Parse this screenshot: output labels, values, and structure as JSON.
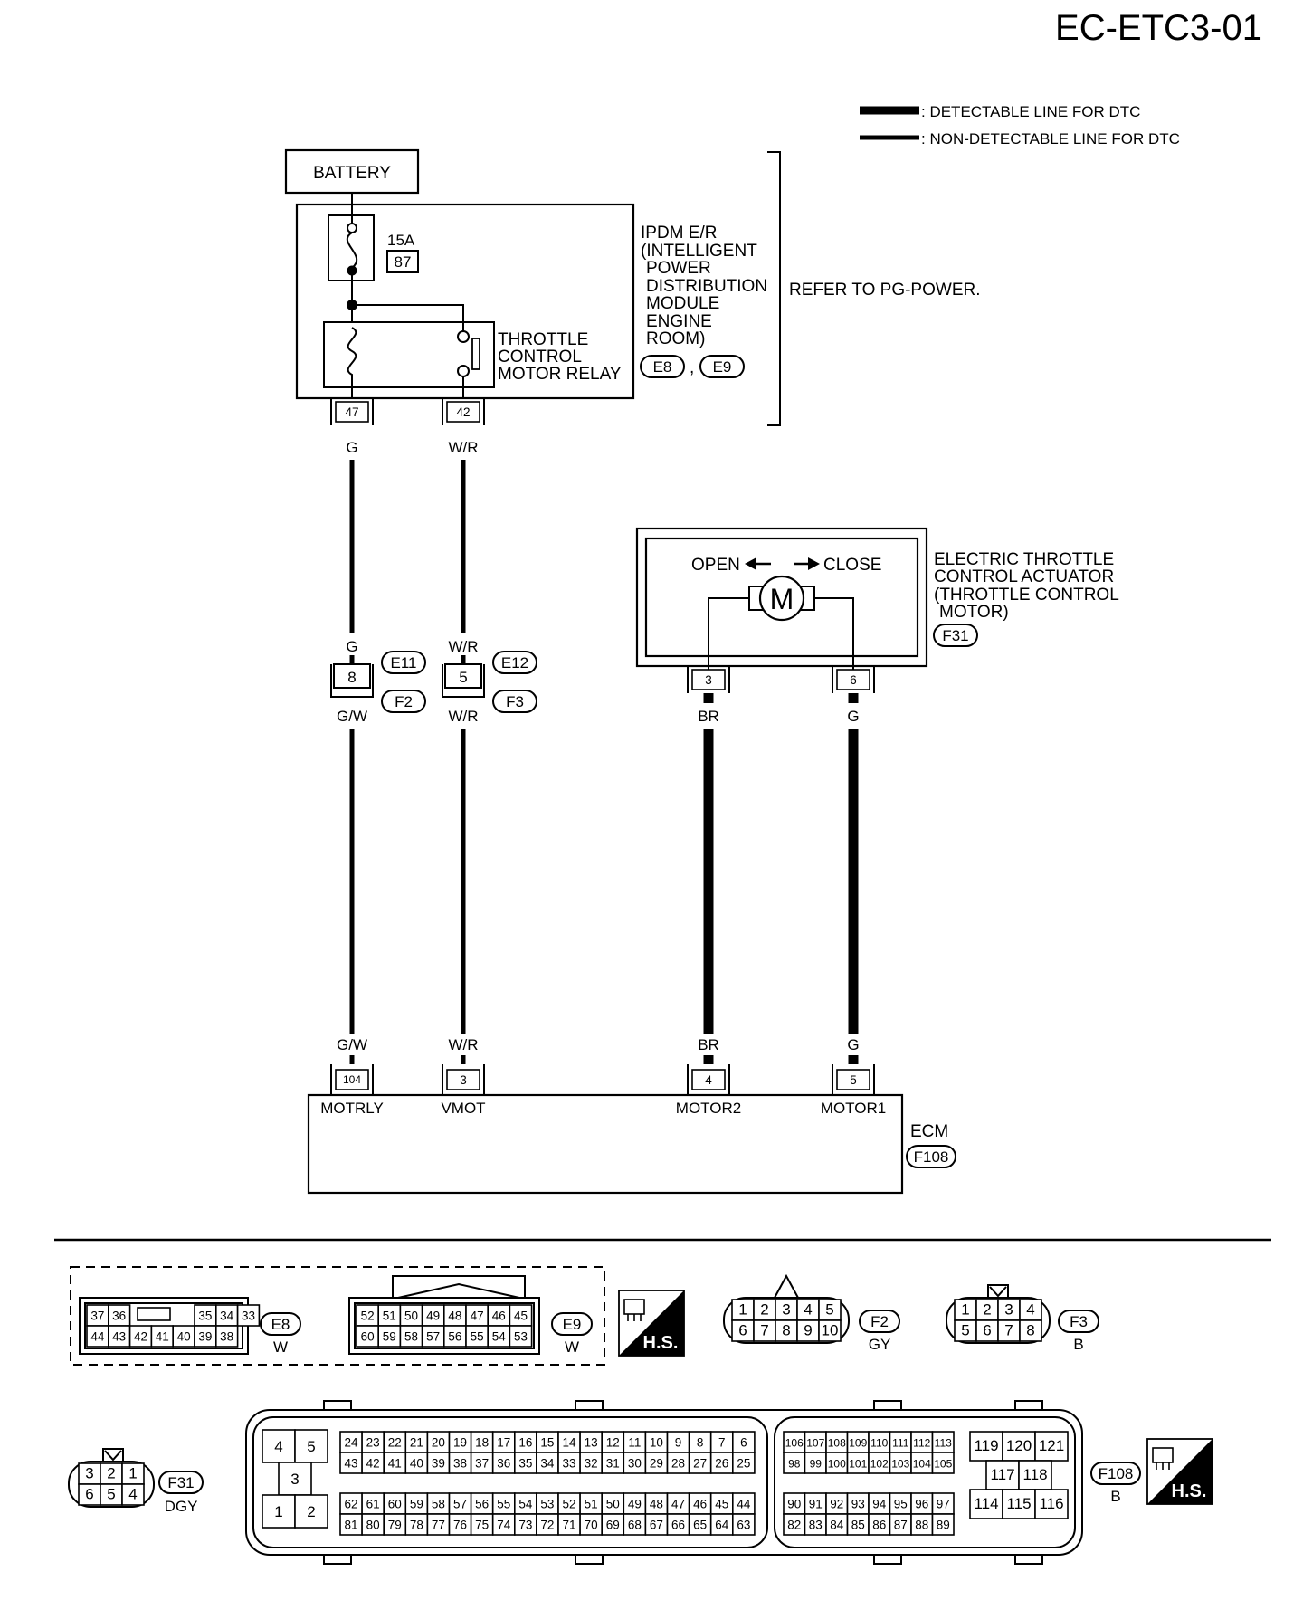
{
  "page_id": "EC-ETC3-01",
  "legend": {
    "detectable": ": DETECTABLE LINE FOR DTC",
    "non_detectable": ": NON-DETECTABLE LINE FOR DTC"
  },
  "battery": "BATTERY",
  "ipdm": {
    "fuse_rating": "15A",
    "fuse_no": "87",
    "name_lines": [
      "IPDM E/R",
      "(INTELLIGENT",
      "POWER",
      "DISTRIBUTION",
      "MODULE",
      "ENGINE",
      "ROOM)"
    ],
    "connectors": [
      "E8",
      "E9"
    ],
    "relay_lines": [
      "THROTTLE",
      "CONTROL",
      "MOTOR RELAY"
    ],
    "refer": "REFER TO PG-POWER.",
    "pins": [
      "47",
      "42"
    ]
  },
  "actuator": {
    "open": "OPEN",
    "close": "CLOSE",
    "motor": "M",
    "name_lines": [
      "ELECTRIC THROTTLE",
      "CONTROL ACTUATOR",
      "(THROTTLE CONTROL",
      "MOTOR)"
    ],
    "connector": "F31",
    "pins": [
      "3",
      "6"
    ]
  },
  "joints": [
    {
      "pin": "8",
      "upper": "E11",
      "lower": "F2",
      "color_top": "G",
      "color_bottom": "G/W"
    },
    {
      "pin": "5",
      "upper": "E12",
      "lower": "F3",
      "color_top": "W/R",
      "color_bottom": "W/R"
    }
  ],
  "wire_colors": {
    "relay_out": [
      "G",
      "W/R"
    ],
    "actuator_out": [
      "BR",
      "G"
    ]
  },
  "ecm": {
    "name": "ECM",
    "connector": "F108",
    "terminals": [
      {
        "pin": "104",
        "color": "G/W",
        "signal": "MOTRLY"
      },
      {
        "pin": "3",
        "color": "W/R",
        "signal": "VMOT"
      },
      {
        "pin": "4",
        "color": "BR",
        "signal": "MOTOR2"
      },
      {
        "pin": "5",
        "color": "G",
        "signal": "MOTOR1"
      }
    ]
  },
  "connector_views": {
    "e8": {
      "id": "E8",
      "color": "W",
      "top": [
        "37",
        "36",
        "35",
        "34",
        "33"
      ],
      "bottom": [
        "44",
        "43",
        "42",
        "41",
        "40",
        "39",
        "38"
      ]
    },
    "e9": {
      "id": "E9",
      "color": "W",
      "top": [
        "52",
        "51",
        "50",
        "49",
        "48",
        "47",
        "46",
        "45"
      ],
      "bottom": [
        "60",
        "59",
        "58",
        "57",
        "56",
        "55",
        "54",
        "53"
      ]
    },
    "f2": {
      "id": "F2",
      "color": "GY",
      "top": [
        "1",
        "2",
        "3",
        "4",
        "5"
      ],
      "bottom": [
        "6",
        "7",
        "8",
        "9",
        "10"
      ]
    },
    "f3": {
      "id": "F3",
      "color": "B",
      "top": [
        "1",
        "2",
        "3",
        "4"
      ],
      "bottom": [
        "5",
        "6",
        "7",
        "8"
      ]
    },
    "f31": {
      "id": "F31",
      "color": "DGY",
      "top": [
        "3",
        "2",
        "1"
      ],
      "bottom": [
        "6",
        "5",
        "4"
      ]
    },
    "f108": {
      "id": "F108",
      "color": "B",
      "left_block": [
        "4",
        "5",
        "3",
        "1",
        "2"
      ],
      "row1": [
        "24",
        "23",
        "22",
        "21",
        "20",
        "19",
        "18",
        "17",
        "16",
        "15",
        "14",
        "13",
        "12",
        "11",
        "10",
        "9",
        "8",
        "7",
        "6"
      ],
      "row2": [
        "43",
        "42",
        "41",
        "40",
        "39",
        "38",
        "37",
        "36",
        "35",
        "34",
        "33",
        "32",
        "31",
        "30",
        "29",
        "28",
        "27",
        "26",
        "25"
      ],
      "row3": [
        "62",
        "61",
        "60",
        "59",
        "58",
        "57",
        "56",
        "55",
        "54",
        "53",
        "52",
        "51",
        "50",
        "49",
        "48",
        "47",
        "46",
        "45",
        "44"
      ],
      "row4": [
        "81",
        "80",
        "79",
        "78",
        "77",
        "76",
        "75",
        "74",
        "73",
        "72",
        "71",
        "70",
        "69",
        "68",
        "67",
        "66",
        "65",
        "64",
        "63"
      ],
      "mid_row1": [
        "106",
        "107",
        "108",
        "109",
        "110",
        "111",
        "112",
        "113"
      ],
      "mid_row2": [
        "98",
        "99",
        "100",
        "101",
        "102",
        "103",
        "104",
        "105"
      ],
      "mid_row3": [
        "90",
        "91",
        "92",
        "93",
        "94",
        "95",
        "96",
        "97"
      ],
      "mid_row4": [
        "82",
        "83",
        "84",
        "85",
        "86",
        "87",
        "88",
        "89"
      ],
      "right_top": [
        "119",
        "120",
        "121"
      ],
      "right_mid": [
        "117",
        "118"
      ],
      "right_bottom": [
        "114",
        "115",
        "116"
      ]
    }
  },
  "hs_label": "H.S."
}
